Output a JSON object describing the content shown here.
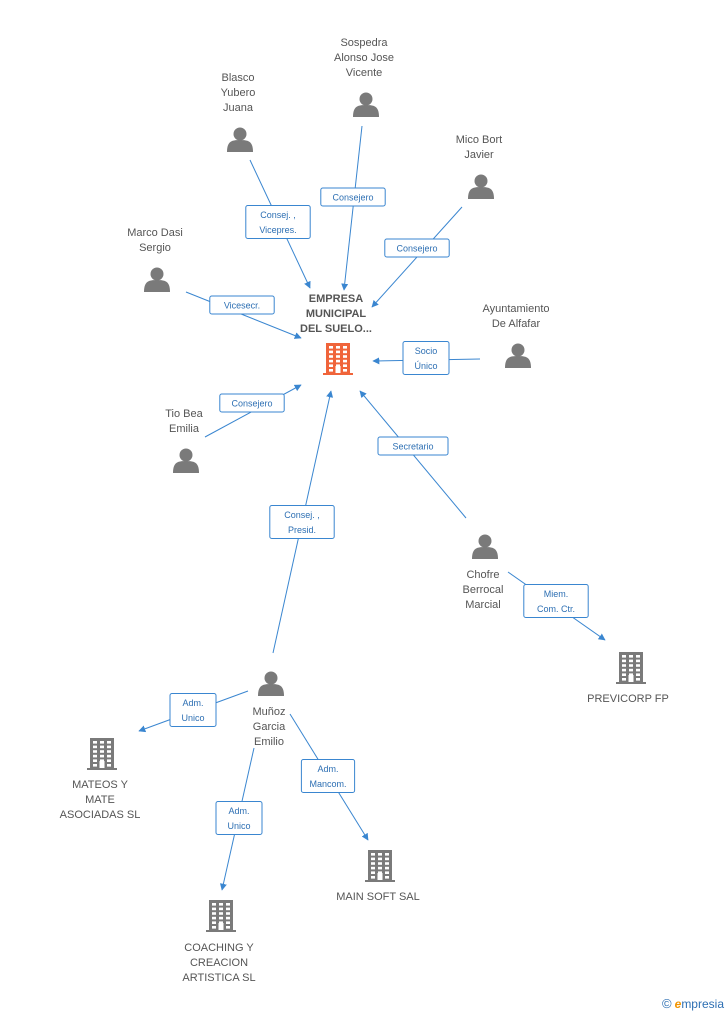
{
  "center": {
    "lines": [
      "EMPRESA",
      "MUNICIPAL",
      "DEL SUELO..."
    ],
    "icon": "building-icon"
  },
  "people": [
    {
      "id": "sospedra",
      "lines": [
        "Sospedra",
        "Alonso Jose",
        "Vicente"
      ],
      "icon": "person-icon"
    },
    {
      "id": "blasco",
      "lines": [
        "Blasco",
        "Yubero",
        "Juana"
      ],
      "icon": "person-icon"
    },
    {
      "id": "mico",
      "lines": [
        "Mico Bort",
        "Javier"
      ],
      "icon": "person-icon"
    },
    {
      "id": "marco",
      "lines": [
        "Marco Dasi",
        "Sergio"
      ],
      "icon": "person-icon"
    },
    {
      "id": "ayuntamiento",
      "lines": [
        "Ayuntamiento",
        "De Alfafar"
      ],
      "icon": "person-icon"
    },
    {
      "id": "tio",
      "lines": [
        "Tio Bea",
        "Emilia"
      ],
      "icon": "person-icon"
    },
    {
      "id": "chofre",
      "lines": [
        "Chofre",
        "Berrocal",
        "Marcial"
      ],
      "icon": "person-icon"
    },
    {
      "id": "munoz",
      "lines": [
        "Muñoz",
        "Garcia",
        "Emilio"
      ],
      "icon": "person-icon"
    }
  ],
  "companies": [
    {
      "id": "previcorp",
      "lines": [
        "PREVICORP FP"
      ],
      "icon": "building-icon"
    },
    {
      "id": "mateos",
      "lines": [
        "MATEOS Y",
        "MATE",
        "ASOCIADAS SL"
      ],
      "icon": "building-icon"
    },
    {
      "id": "mainsoft",
      "lines": [
        "MAIN SOFT SAL"
      ],
      "icon": "building-icon"
    },
    {
      "id": "coaching",
      "lines": [
        "COACHING Y",
        "CREACION",
        "ARTISTICA  SL"
      ],
      "icon": "building-icon"
    }
  ],
  "edges": [
    {
      "from": "sospedra",
      "to": "center",
      "label": [
        "Consejero"
      ]
    },
    {
      "from": "blasco",
      "to": "center",
      "label": [
        "Consej. ,",
        "Vicepres."
      ]
    },
    {
      "from": "mico",
      "to": "center",
      "label": [
        "Consejero"
      ]
    },
    {
      "from": "marco",
      "to": "center",
      "label": [
        "Vicesecr."
      ]
    },
    {
      "from": "ayuntamiento",
      "to": "center",
      "label": [
        "Socio",
        "Único"
      ]
    },
    {
      "from": "tio",
      "to": "center",
      "label": [
        "Consejero"
      ]
    },
    {
      "from": "chofre",
      "to": "center",
      "label": [
        "Secretario"
      ]
    },
    {
      "from": "munoz",
      "to": "center",
      "label": [
        "Consej. ,",
        "Presid."
      ]
    },
    {
      "from": "chofre",
      "to": "previcorp",
      "label": [
        "Miem.",
        "Com. Ctr."
      ]
    },
    {
      "from": "munoz",
      "to": "mateos",
      "label": [
        "Adm.",
        "Unico"
      ]
    },
    {
      "from": "munoz",
      "to": "mainsoft",
      "label": [
        "Adm.",
        "Mancom."
      ]
    },
    {
      "from": "munoz",
      "to": "coaching",
      "label": [
        "Adm.",
        "Unico"
      ]
    }
  ],
  "footer": {
    "copyright": "©",
    "brand_initial": "e",
    "brand_rest": "mpresia"
  }
}
